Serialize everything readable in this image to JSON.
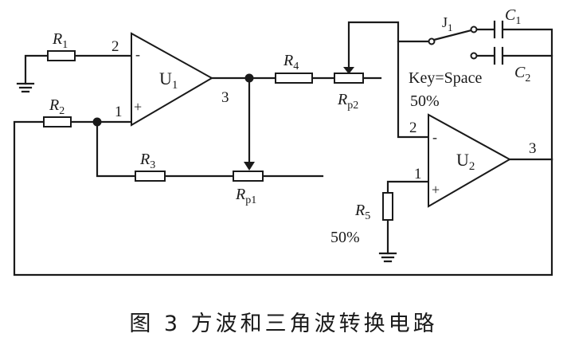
{
  "caption": "图 3  方波和三角波转换电路",
  "opamps": {
    "u1": {
      "name": "U",
      "sub": "1",
      "pin_minus": "2",
      "pin_plus": "1",
      "pin_out": "3",
      "sign_minus": "-",
      "sign_plus": "+"
    },
    "u2": {
      "name": "U",
      "sub": "2",
      "pin_minus": "2",
      "pin_plus": "1",
      "pin_out": "3",
      "sign_minus": "-",
      "sign_plus": "+"
    }
  },
  "resistors": {
    "r1": {
      "name": "R",
      "sub": "1"
    },
    "r2": {
      "name": "R",
      "sub": "2"
    },
    "r3": {
      "name": "R",
      "sub": "3"
    },
    "r4": {
      "name": "R",
      "sub": "4"
    },
    "r5": {
      "name": "R",
      "sub": "5",
      "setting": "50%"
    },
    "rp1": {
      "name": "R",
      "sub": "p1"
    },
    "rp2": {
      "name": "R",
      "sub": "p2",
      "setting": "50%"
    }
  },
  "capacitors": {
    "c1": {
      "name": "C",
      "sub": "1"
    },
    "c2": {
      "name": "C",
      "sub": "2"
    }
  },
  "switch": {
    "name": "J",
    "sub": "1",
    "key_label": "Key=Space"
  },
  "colors": {
    "ink": "#1a1a1a",
    "background": "#ffffff"
  }
}
